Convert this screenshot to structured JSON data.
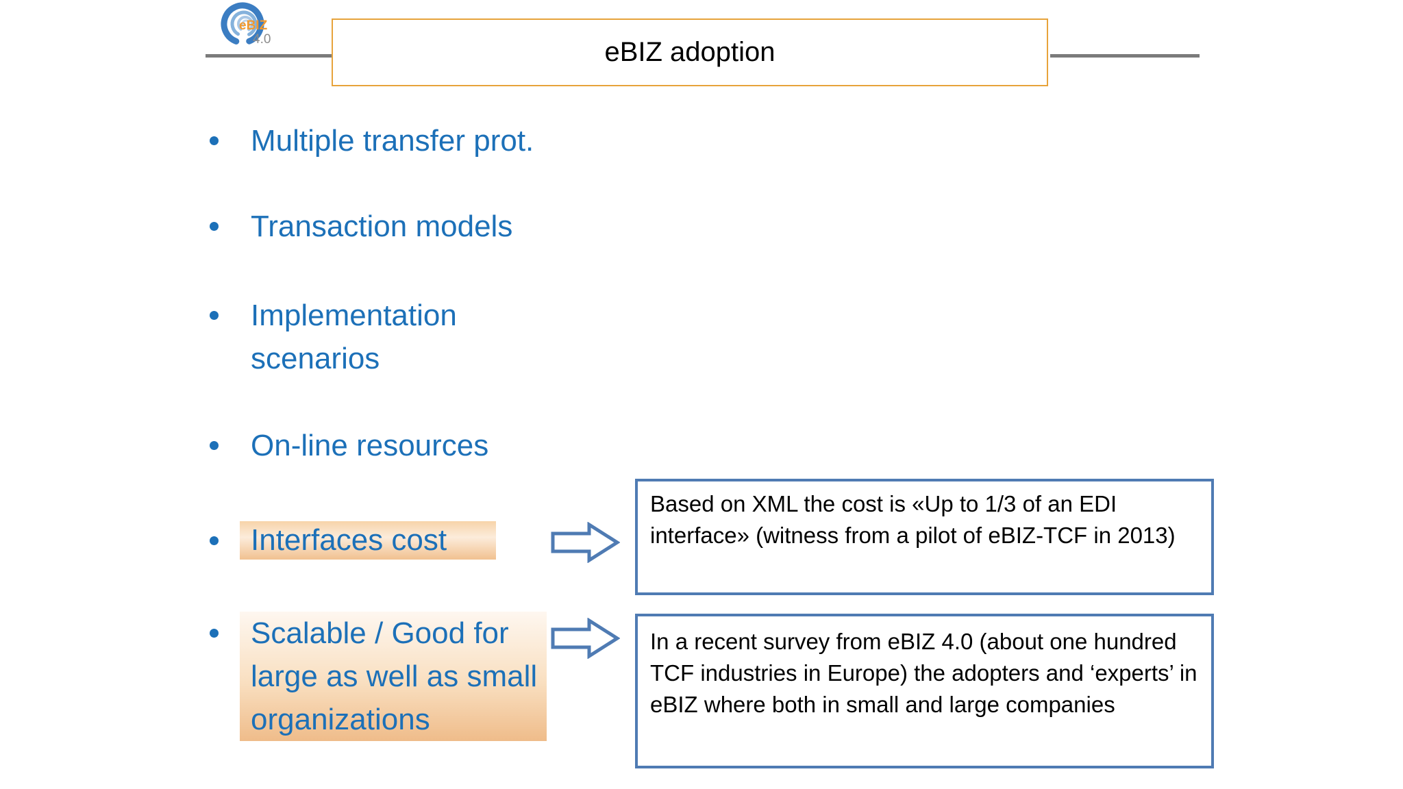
{
  "slide": {
    "logo": {
      "text_main": "eBIZ",
      "text_sub": "4.0"
    },
    "title": "eBIZ adoption",
    "bullets": [
      {
        "lines": [
          "Multiple transfer prot."
        ],
        "highlighted": false
      },
      {
        "lines": [
          "Transaction models"
        ],
        "highlighted": false
      },
      {
        "lines": [
          "Implementation",
          "scenarios"
        ],
        "highlighted": false
      },
      {
        "lines": [
          "On-line resources"
        ],
        "highlighted": false
      },
      {
        "lines": [
          "Interfaces cost"
        ],
        "highlighted": true
      },
      {
        "lines": [
          "Scalable / Good for",
          "large as well as small",
          "organizations"
        ],
        "highlighted": true
      }
    ],
    "callouts": [
      {
        "text": "Based on XML  the cost is «Up to 1/3 of an EDI interface» (witness from a pilot of eBIZ-TCF in 2013)"
      },
      {
        "text": "In a recent survey from eBIZ 4.0 (about one hundred TCF industries in Europe) the adopters and ‘experts’ in eBIZ where both in small and large companies"
      }
    ],
    "colors": {
      "bullet_blue": "#1c70b8",
      "title_border_orange": "#e7a33b",
      "connector_blue": "#4f7bb3",
      "divider_gray": "#7b7b7b",
      "highlight_top": "#fef7f0",
      "highlight_bottom": "#efbc8a",
      "logo_blue": "#3b7dc2",
      "logo_orange": "#f0992f"
    }
  }
}
